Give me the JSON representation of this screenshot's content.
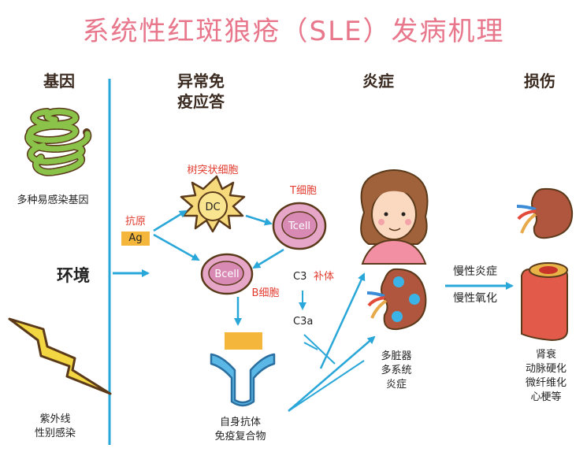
{
  "title": "系统性红斑狼疮（SLE）发病机理",
  "columns": {
    "gene": "基因",
    "immune_line1": "异常免",
    "immune_line2": "疫应答",
    "inflammation": "炎症",
    "damage": "损伤"
  },
  "gene_label": "多种易感染基因",
  "environment_label": "环境",
  "env_factors_line1": "紫外线",
  "env_factors_line2": "性别感染",
  "antigen_label": "抗原",
  "antigen_box": "Ag",
  "dendritic_label": "树突状细胞",
  "dc_cell_text": "DC",
  "t_cell_label": "T细胞",
  "t_cell_text": "Tcell",
  "b_cell_label": "B细胞",
  "b_cell_text": "Bcell",
  "complement_c3": "C3",
  "complement_label": "补体",
  "complement_c3a": "C3a",
  "immune_complex_line1": "自身抗体",
  "immune_complex_line2": "免疫复合物",
  "organ_line1": "多脏器",
  "organ_line2": "多系统",
  "organ_line3": "炎症",
  "chronic_line1": "慢性炎症",
  "chronic_line2": "慢性氧化",
  "damage_line1": "肾衰",
  "damage_line2": "动脉硬化",
  "damage_line3": "微纤维化",
  "damage_line4": "心梗等",
  "colors": {
    "title": "#e8778c",
    "arrow": "#2aa7d9",
    "red_label": "#e23b2e",
    "antigen": "#f5b73b",
    "cell_pink": "#e6a6c8",
    "dc_yellow": "#f6d97a"
  }
}
